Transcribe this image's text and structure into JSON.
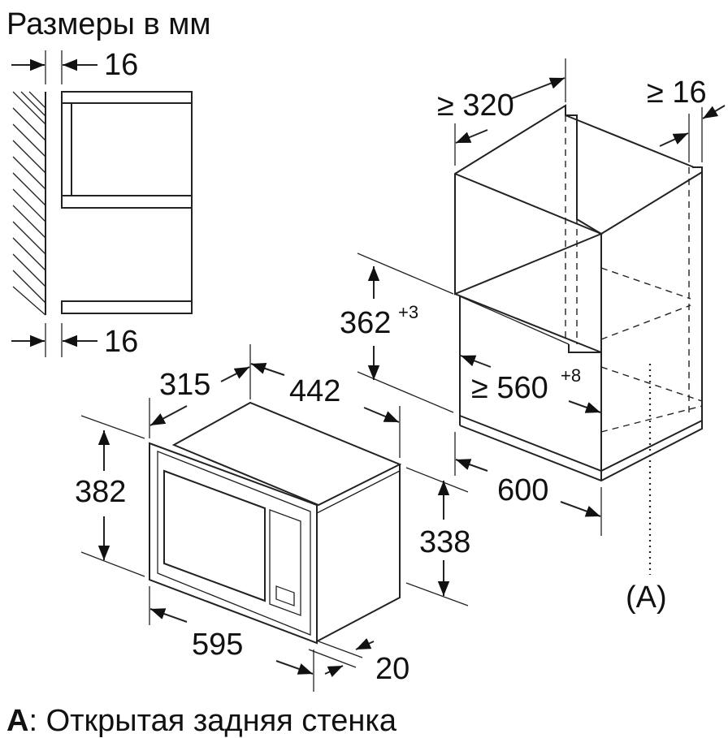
{
  "title": "Размеры в мм",
  "footnote": {
    "key": "A",
    "text": ": Открытая задняя стенка"
  },
  "side_view": {
    "gap_top": "16",
    "gap_bottom": "16"
  },
  "cabinet": {
    "depth_min": "≥ 320",
    "rear_gap": "≥ 16",
    "niche_height": "362",
    "niche_height_tol": "+3",
    "niche_width": "≥ 560",
    "niche_width_tol": "+8",
    "cabinet_width": "600",
    "callout": "(A)"
  },
  "appliance": {
    "frame_depth": "315",
    "body_width": "442",
    "frame_height": "382",
    "body_height": "338",
    "frame_width": "595",
    "frame_thickness": "20"
  }
}
